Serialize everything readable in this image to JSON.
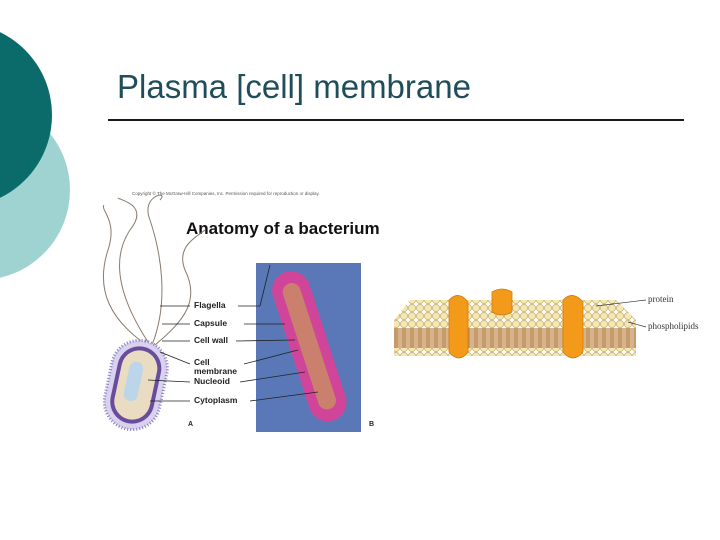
{
  "slide": {
    "title": "Plasma [cell] membrane"
  },
  "figure": {
    "copyright": "Copyright © The McGraw-Hill Companies, Inc. Permission required for reproduction or display.",
    "title": "Anatomy of a bacterium",
    "labels": {
      "flagella": "Flagella",
      "capsule": "Capsule",
      "cell_wall": "Cell wall",
      "cell_membrane_1": "Cell",
      "cell_membrane_2": "membrane",
      "nucleoid": "Nucleoid",
      "cytoplasm": "Cytoplasm"
    },
    "panel_a": "A",
    "panel_b": "B"
  },
  "membrane": {
    "protein_label": "protein",
    "phospholipids_label": "phospholipids"
  },
  "colors": {
    "teal_dark": "#0b6b6b",
    "teal_light": "#9fd3d1",
    "micrograph_bg": "#5a78b8",
    "membrane_head": "#f6e7b0",
    "membrane_tail": "#c8955a",
    "protein": "#f39a1b"
  }
}
